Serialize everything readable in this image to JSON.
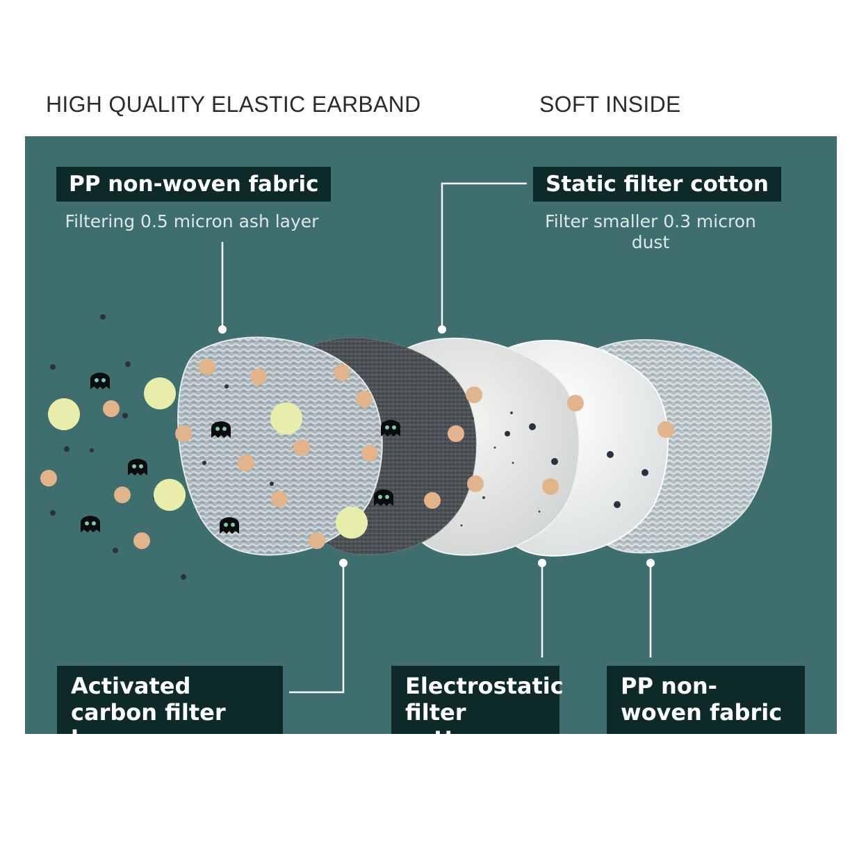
{
  "captions": {
    "earband": "HIGH QUALITY ELASTIC EARBAND",
    "soft": "SOFT INSIDE"
  },
  "layers": {
    "pp_outer": {
      "title": "PP non-woven fabric",
      "desc": "Filtering 0.5 micron ash layer"
    },
    "static_cotton": {
      "title": "Static filter cotton",
      "desc": "Filter smaller 0.3 micron dust"
    },
    "carbon": {
      "title": "Activated carbon filter layer"
    },
    "electrostatic": {
      "title": "Electrostatic filter cotton"
    },
    "pp_inner": {
      "title": "PP non-woven fabric"
    }
  },
  "colors": {
    "background": "#3f6e6e",
    "label_bg": "#0e2a28",
    "particle_large": "#e8eeaa",
    "particle_medium": "#e1b48c",
    "particle_small": "#2a3140",
    "germ": "#0c0c0c"
  }
}
